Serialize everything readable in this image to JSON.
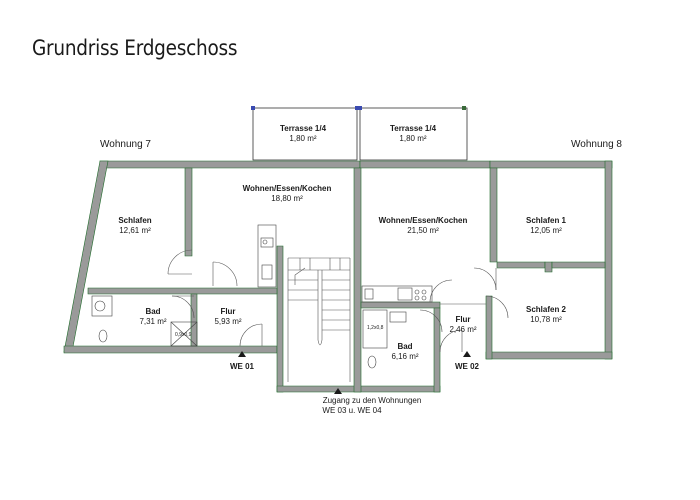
{
  "title": "Grundriss Erdgeschoss",
  "units": {
    "left": "Wohnung 7",
    "right": "Wohnung 8"
  },
  "rooms": {
    "terrasse_left": {
      "name": "Terrasse 1/4",
      "area": "1,80 m²"
    },
    "terrasse_right": {
      "name": "Terrasse 1/4",
      "area": "1,80 m²"
    },
    "schlafen_w7": {
      "name": "Schlafen",
      "area": "12,61 m²"
    },
    "wohnen_w7": {
      "name": "Wohnen/Essen/Kochen",
      "area": "18,80 m²"
    },
    "bad_w7": {
      "name": "Bad",
      "area": "7,31 m²"
    },
    "flur_w7": {
      "name": "Flur",
      "area": "5,93 m²"
    },
    "wohnen_w8": {
      "name": "Wohnen/Essen/Kochen",
      "area": "21,50 m²"
    },
    "schlafen1_w8": {
      "name": "Schlafen 1",
      "area": "12,05 m²"
    },
    "schlafen2_w8": {
      "name": "Schlafen 2",
      "area": "10,78 m²"
    },
    "flur_w8": {
      "name": "Flur",
      "area": "2,46 m²"
    },
    "bad_w8": {
      "name": "Bad",
      "area": "6,16 m²"
    }
  },
  "entrances": {
    "we01": "WE 01",
    "we02": "WE 02"
  },
  "access": {
    "line1": "Zugang zu den Wohnungen",
    "line2": "WE 03 u. WE 04"
  },
  "fixtures": {
    "shower_w7": "0,9x0,9",
    "bath_w8": "1,2x0,8"
  },
  "colors": {
    "wall": "#4a4a4a",
    "wall_fill": "#9a9a9a",
    "wall_outline": "#1f6b2a",
    "terrace_marker": "#3a4ab0",
    "line": "#333333"
  }
}
